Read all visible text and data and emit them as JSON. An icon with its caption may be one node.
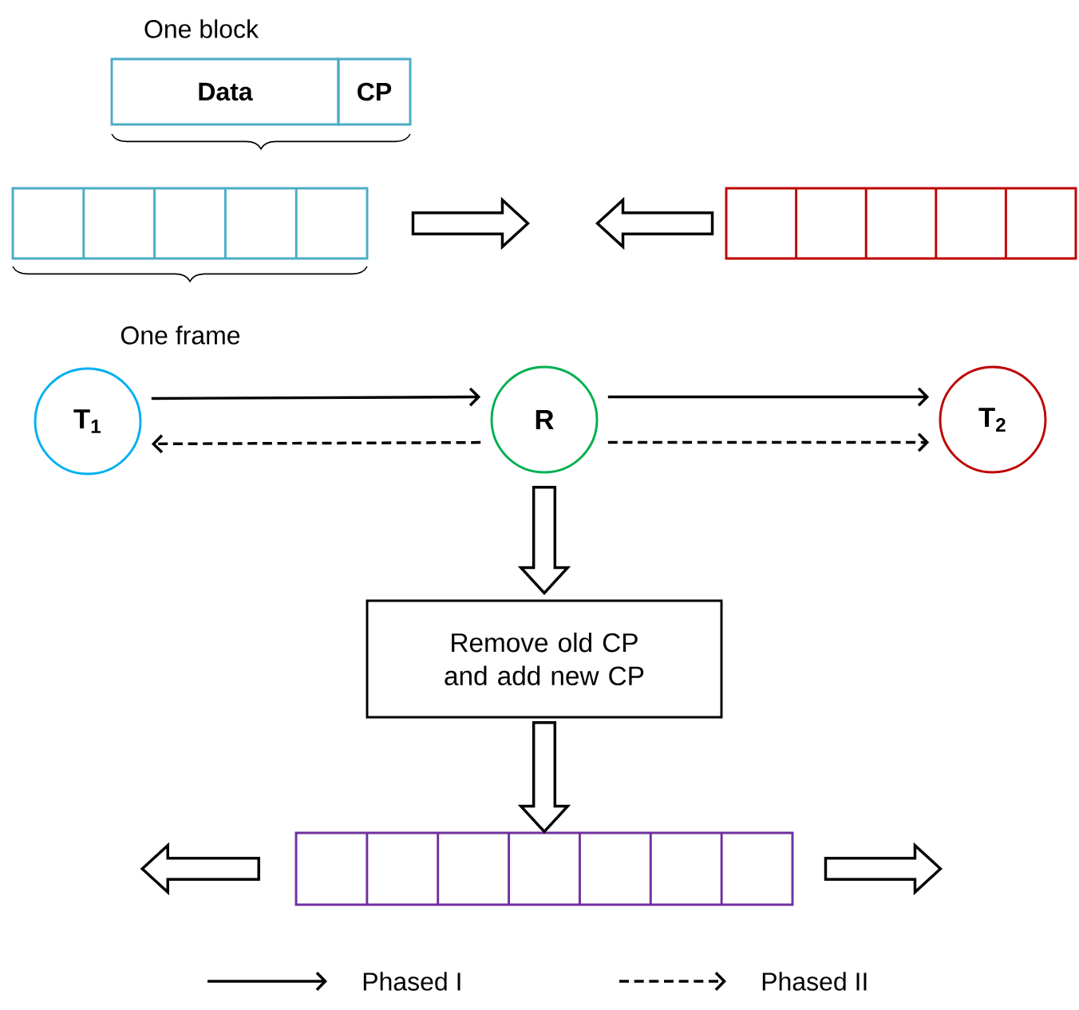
{
  "diagram": {
    "nodes": [
      {
        "text": [
          "Data"
        ]
      },
      {
        "text": [
          "CP"
        ]
      },
      {
        "text": [],
        "shape": "box"
      },
      {
        "text": [],
        "shape": "box"
      },
      {
        "text": [
          "T$_{1}$"
        ]
      },
      {
        "text": [
          "R"
        ]
      },
      {
        "text": [
          "T$_{2}$"
        ]
      },
      {
        "text": [
          "Remove old CP and add new CP"
        ]
      },
      {
        "text": [],
        "shape": "box"
      }
    ],
    "edges": [
      {
        "from": 2,
        "to": null,
        "arrow": "to",
        "style": "thick"
      },
      {
        "from": 3,
        "to": null,
        "arrow": "to",
        "style": "thick"
      },
      {
        "from": 4,
        "to": 5,
        "arrow": "to"
      },
      {
        "from": 5,
        "to": 4,
        "arrow": "to",
        "style": "dashed"
      },
      {
        "from": 5,
        "to": 6,
        "arrow": "to"
      },
      {
        "from": 5,
        "to": 6,
        "arrow": "to",
        "style": "dashed"
      },
      {
        "from": 5,
        "to": 7,
        "arrow": "to",
        "style": "thick"
      },
      {
        "from": 7,
        "to": 8,
        "arrow": "to",
        "style": "thick"
      },
      {
        "from": 8,
        "to": null,
        "arrow": "to",
        "style": "thick"
      },
      {
        "from": 8,
        "to": null,
        "arrow": "to",
        "style": "thick"
      }
    ],
    "labels": [
      "One block",
      "One frame"
    ],
    "legend": [
      {
        "text": "Phased I"
      },
      {
        "text": "Phased II"
      }
    ]
  }
}
